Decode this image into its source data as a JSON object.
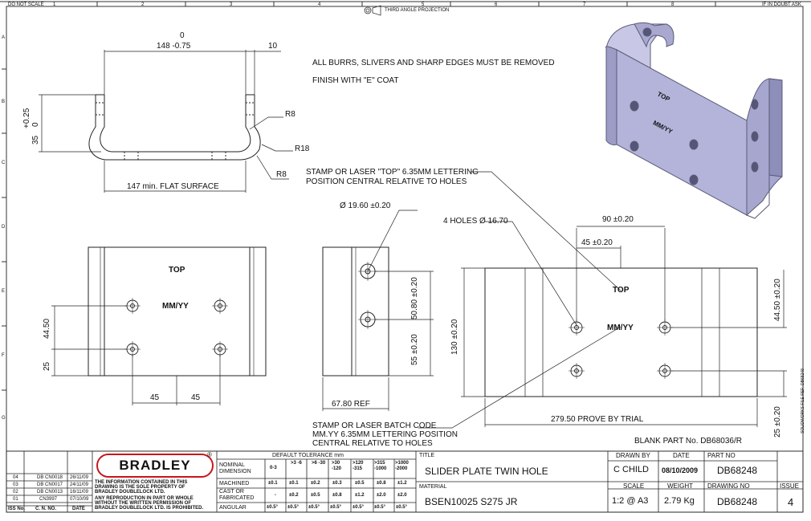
{
  "sheet": {
    "do_not_scale": "DO NOT SCALE",
    "if_in_doubt": "IF IN DOUBT ASK",
    "projection": "THIRD ANGLE PROJECTION",
    "column_numbers": [
      "1",
      "2",
      "3",
      "4",
      "5",
      "6",
      "7",
      "8"
    ],
    "row_letters": [
      "A",
      "B",
      "C",
      "D",
      "E",
      "F",
      "G"
    ],
    "side_note": "SOLIDWORKS FILE REF: DB68248"
  },
  "notes": {
    "burrs": "ALL BURRS, SLIVERS AND SHARP EDGES MUST BE REMOVED",
    "finish": "FINISH WITH \"E\" COAT",
    "stamp_top_1": "STAMP OR LASER \"TOP\" 6.35MM LETTERING",
    "stamp_top_2": "POSITION CENTRAL RELATIVE TO HOLES",
    "stamp_batch_1": "STAMP OR LASER BATCH CODE",
    "stamp_batch_2": "MM.YY 6.35MM LETTERING POSITION",
    "stamp_batch_3": "CENTRAL RELATIVE TO HOLES",
    "blank_part": "BLANK PART No. DB68036/R"
  },
  "dims": {
    "tol_upper": "0",
    "width_148": "148 -0.75",
    "flange_10": "10",
    "height_tol": "+0.25",
    "height_zero": "0",
    "height_35": "35",
    "r8_top": "R8",
    "r18": "R18",
    "r8_bottom": "R8",
    "flat_147": "147 min. FLAT SURFACE",
    "hole_dia": "Ø 19.60 ±0.20",
    "four_holes": "4 HOLES Ø 16.70",
    "d90": "90 ±0.20",
    "d45_top": "45 ±0.20",
    "d130": "130 ±0.20",
    "d44_50_right": "44.50 ±0.20",
    "d25_right": "25 ±0.20",
    "d279": "279.50 PROVE BY TRIAL",
    "d50_80": "50.80 ±0.20",
    "d55": "55 ±0.20",
    "d67_80": "67.80 REF",
    "d44_50_left": "44.50",
    "d25_left": "25",
    "d45_a": "45",
    "d45_b": "45"
  },
  "views": {
    "top_label": "TOP",
    "date_label": "MM/YY"
  },
  "title_block": {
    "brand": "BRADLEY",
    "registered": "®",
    "notice": [
      "THE INFORMATION CONTAINED IN THIS",
      "DRAWING IS THE SOLE PROPERTY OF",
      "BRADLEY DOUBLELOCK LTD.",
      "ANY REPRODUCTION IN PART OR WHOLE",
      "WITHOUT THE WRITTEN PERMISSION OF",
      "BRADLEY DOUBLELOCK LTD. IS PROHIBITED."
    ],
    "revisions": [
      {
        "iss": "04",
        "cn": "DB CN0018",
        "date": "26/11/09"
      },
      {
        "iss": "03",
        "cn": "DB CN0017",
        "date": "24/11/09"
      },
      {
        "iss": "02",
        "cn": "DB CN0013",
        "date": "16/11/09"
      },
      {
        "iss": "01",
        "cn": "CN3997",
        "date": "07/10/09"
      }
    ],
    "rev_headers": {
      "iss": "ISS No.",
      "cn": "C. N. NO.",
      "date": "DATE"
    },
    "tolerance_title": "DEFAULT TOLERANCE mm",
    "tol_row_labels": [
      "NOMINAL DIMENSION",
      "MACHINED",
      "CAST OR FABRICATED",
      "ANGULAR"
    ],
    "tol_headers": [
      "0-3",
      ">3 -6",
      ">6 -30",
      ">30 -120",
      ">120 -315",
      ">315 -1000",
      ">1000 -2000"
    ],
    "tol_machined": [
      "±0.1",
      "±0.1",
      "±0.2",
      "±0.3",
      "±0.5",
      "±0.8",
      "±1.2"
    ],
    "tol_cast": [
      "-",
      "±0.2",
      "±0.5",
      "±0.8",
      "±1.2",
      "±2.0",
      "±2.0"
    ],
    "tol_angular": [
      "±0.5°",
      "±0.5°",
      "±0.5°",
      "±0.5°",
      "±0.5°",
      "±0.5°",
      "±0.5°"
    ],
    "title_label": "TITLE",
    "title": "SLIDER PLATE TWIN HOLE",
    "material_label": "MATERIAL",
    "material": "BSEN10025 S275 JR",
    "drawn_by_label": "DRAWN BY",
    "drawn_by": "C CHILD",
    "date_label": "DATE",
    "date": "08/10/2009",
    "part_no_label": "PART NO",
    "part_no": "DB68248",
    "scale_label": "SCALE",
    "scale": "1:2  @ A3",
    "weight_label": "WEIGHT",
    "weight": "2.79 Kg",
    "drawing_no_label": "DRAWING NO",
    "drawing_no": "DB68248",
    "issue_label": "ISSUE",
    "issue": "4"
  },
  "colors": {
    "brand_red": "#c8161d",
    "part_fill": "#b8b8dc",
    "part_edge": "#5a5a78"
  }
}
